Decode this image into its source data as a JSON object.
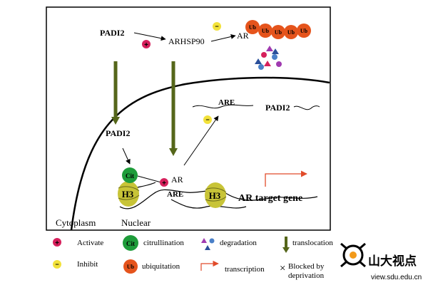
{
  "diagram": {
    "top": {
      "padi2": "PADI2",
      "arhsp90": "ARHSP90",
      "ar": "AR",
      "ub": "Ub"
    },
    "nucleus": {
      "padi2": "PADI2",
      "cit": "Cit",
      "h3_left": "H3",
      "h3_right": "H3",
      "ar": "AR",
      "are_lower": "ARE",
      "are_upper": "ARE",
      "padi2_gene": "PADI2",
      "target_gene": "AR target gene"
    },
    "compartments": {
      "cytoplasm": "Cytoplasm",
      "nuclear": "Nuclear"
    }
  },
  "legend": {
    "activate": "Activate",
    "citrullination": "citrullination",
    "degradation": "degradation",
    "translocation": "translocation",
    "inhibit": "Inhibit",
    "ubiquitation": "ubiquitation",
    "transcription": "transcription",
    "blocked_line1": "Blocked by",
    "blocked_line2": "deprivation",
    "cit": "Cit",
    "ub": "Ub",
    "plus": "+",
    "minus": "−",
    "cross": "×"
  },
  "watermark": {
    "text": "山大视点",
    "url": "view.sdu.edu.cn"
  },
  "colors": {
    "ub": "#e5541c",
    "cit": "#1e9c3a",
    "h3": "#c8c437",
    "activate": "#d6205c",
    "inhibit": "#f2e13a",
    "translocation": "#55661a",
    "transcription": "#e14b2a"
  }
}
